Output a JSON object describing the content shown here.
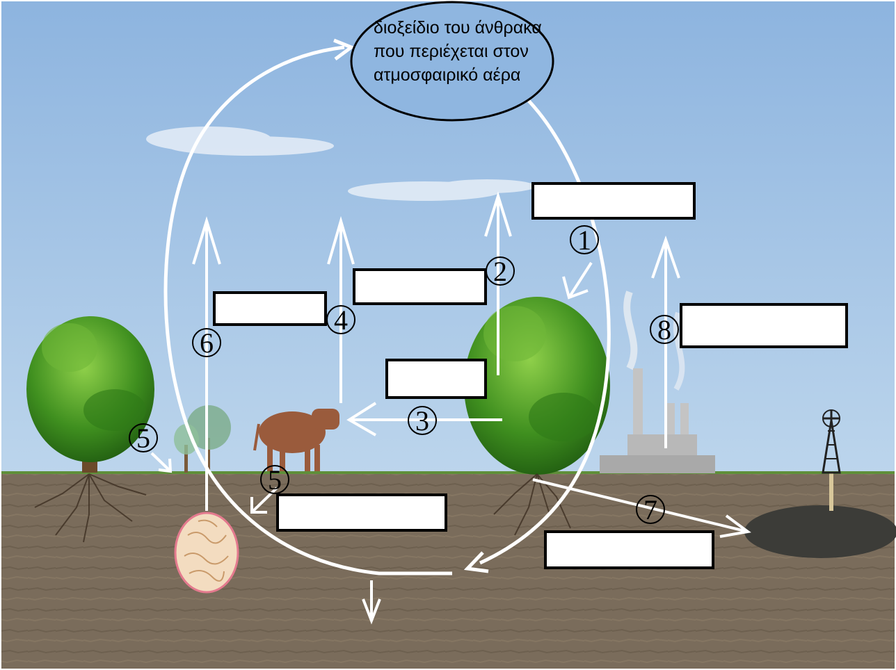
{
  "atmosphere_label": {
    "lines": [
      "διοξείδιο του άνθρακα",
      "που περιέχεται στον",
      "ατμοσφαιρικό αέρα"
    ]
  },
  "step_markers": {
    "m1": "1",
    "m2": "2",
    "m3": "3",
    "m4": "4",
    "m5_left": "5",
    "m5_mid": "5",
    "m6": "6",
    "m7": "7",
    "m8": "8"
  },
  "answer_boxes": {
    "b1": "",
    "b2": "",
    "b3": "",
    "b4": "",
    "b5": "",
    "b7": "",
    "b8": ""
  },
  "colors": {
    "sky_top": "#8fb6e0",
    "sky_bottom": "#b7d2ea",
    "soil": "#7a6c5b",
    "tree_green": "#3f8f1f",
    "cow": "#9a5b3c",
    "factory": "#b8b8b8",
    "decomposer": "#f3dcc0",
    "oil": "#3c3c38",
    "arrow": "#ffffff"
  }
}
